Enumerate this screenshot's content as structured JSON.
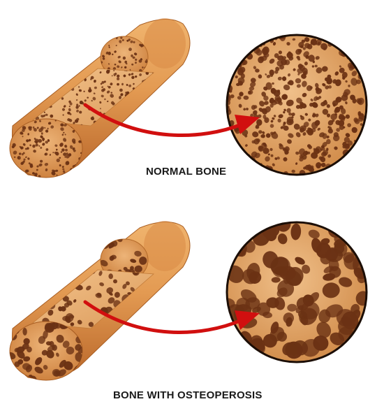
{
  "panels": [
    {
      "id": "normal",
      "caption": "NORMAL BONE",
      "pore_density": "dense",
      "pore_size": "small"
    },
    {
      "id": "osteoporosis",
      "caption": "BONE WITH OSTEOPEROSIS",
      "pore_density": "sparse",
      "pore_size": "large"
    }
  ],
  "colors": {
    "bone_light": "#eab87e",
    "bone_mid": "#d99450",
    "bone_dark": "#b86f2c",
    "pore": "#6b3214",
    "arrow": "#d10f0f"
  }
}
